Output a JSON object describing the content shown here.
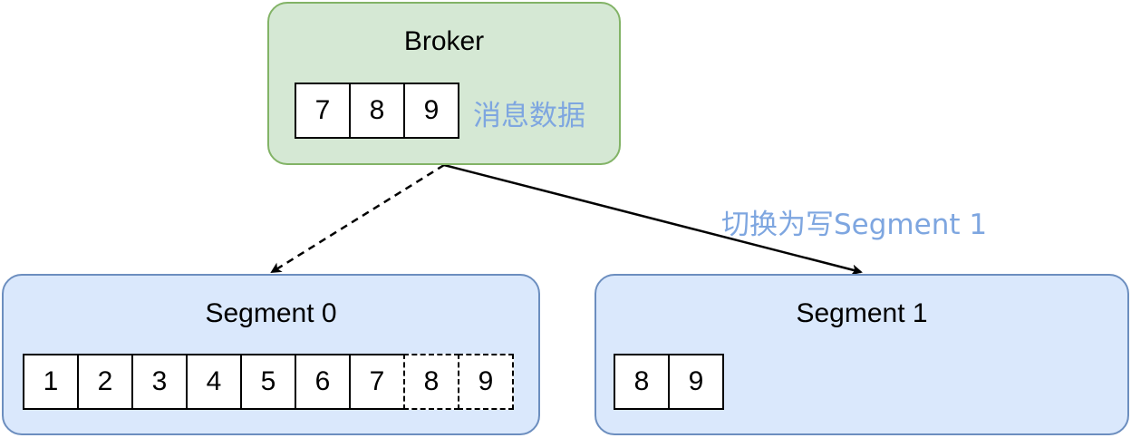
{
  "broker": {
    "title": "Broker",
    "cells": [
      "7",
      "8",
      "9"
    ],
    "label": "消息数据"
  },
  "segment0": {
    "title": "Segment 0",
    "cells": [
      "1",
      "2",
      "3",
      "4",
      "5",
      "6",
      "7",
      "8",
      "9"
    ],
    "dashed_cells": [
      "8",
      "9"
    ]
  },
  "segment1": {
    "title": "Segment 1",
    "cells": [
      "8",
      "9"
    ]
  },
  "edge_label": "切换为写Segment 1",
  "colors": {
    "broker_fill": "#d5e8d4",
    "broker_border": "#82b366",
    "segment_fill": "#dae8fc",
    "segment_border": "#6c8ebf",
    "label_blue": "#7ea6e0"
  }
}
